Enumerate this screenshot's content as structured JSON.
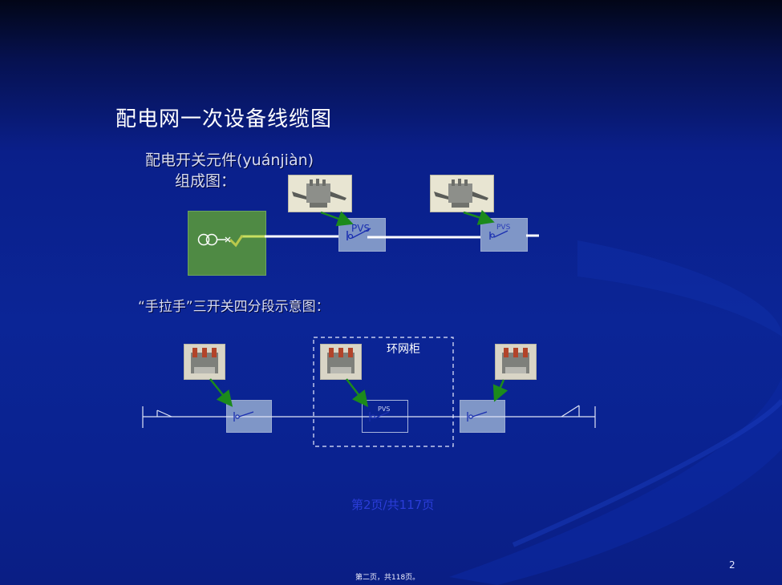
{
  "slide": {
    "title": "配电网一次设备线缆图",
    "subtitle_line1": "配电开关元件(yuánjiàn)",
    "subtitle_line2": "组成图：",
    "subtitle2": "“手拉手”三开关四分段示意图：",
    "pvs_label": "PVS",
    "ring_main_label": "环网柜",
    "page_label": "第2页/共117页",
    "page_number": "2",
    "footer": "第二页，共118页。"
  },
  "colors": {
    "background": "#0b2596",
    "arrow": "#1c8a1c",
    "pvs_box": "#7f96c7",
    "green_panel": "#4f8a44"
  },
  "icons": [
    "switch-photo",
    "transformer-symbol",
    "breaker-symbol",
    "ground-symbol"
  ]
}
